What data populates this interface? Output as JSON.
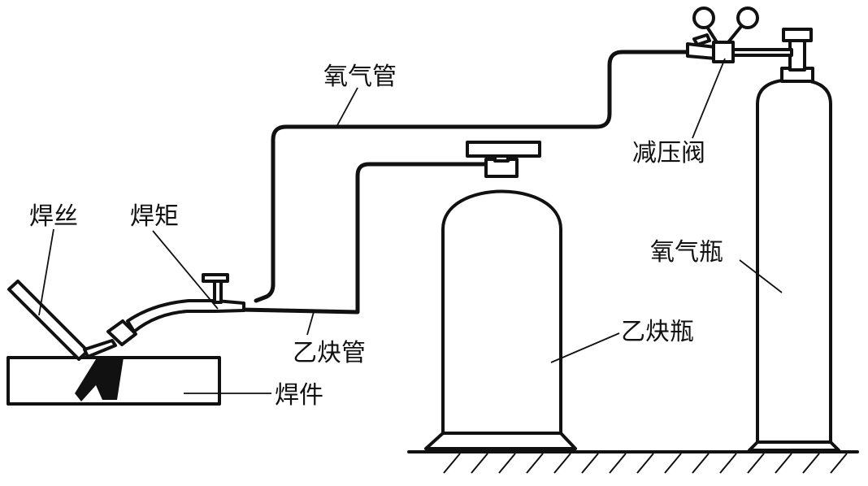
{
  "diagram": {
    "labels": {
      "welding_wire": "焊丝",
      "torch": "焊矩",
      "oxygen_hose": "氧气管",
      "pressure_reducer": "减压阀",
      "oxygen_cylinder": "氧气瓶",
      "acetylene_hose": "乙炔管",
      "acetylene_cylinder": "乙炔瓶",
      "workpiece": "焊件"
    },
    "colors": {
      "line": "#111111",
      "background": "#ffffff"
    }
  }
}
